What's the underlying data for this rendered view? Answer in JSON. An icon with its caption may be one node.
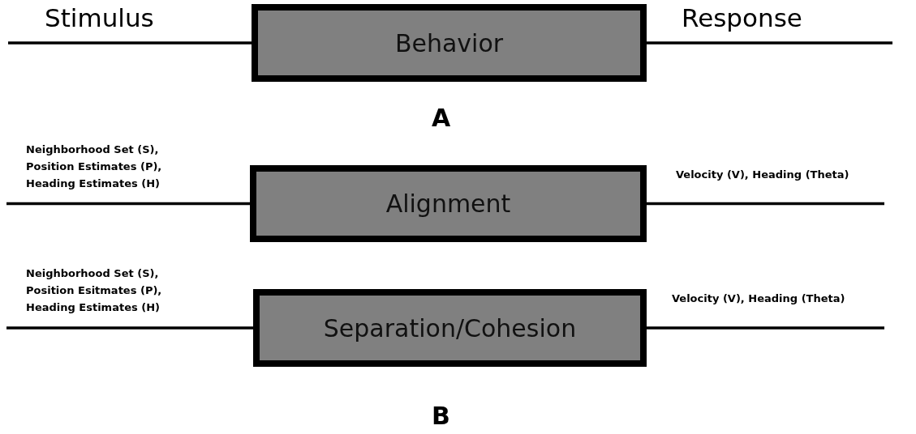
{
  "diagram": {
    "nodes": [
      {
        "text": [
          "Behavior"
        ]
      },
      {
        "text": [
          "Alignment"
        ]
      },
      {
        "text": [
          "Separation/Cohesion"
        ]
      }
    ],
    "edges": [
      {
        "from": null,
        "to": 0,
        "arrow": "none",
        "label": "Stimulus"
      },
      {
        "from": 0,
        "to": null,
        "arrow": "none",
        "label": "Response"
      },
      {
        "from": null,
        "to": 1,
        "arrow": "none",
        "label": "Neighborhood Set (S), Position Estimates (P), Heading Estimates (H)"
      },
      {
        "from": 1,
        "to": null,
        "arrow": "none",
        "label": "Velocity (V), Heading (Theta)"
      },
      {
        "from": null,
        "to": 2,
        "arrow": "none",
        "label": "Neighborhood Set (S), Position Esitmates (P), Heading Estimates (H)"
      },
      {
        "from": 2,
        "to": null,
        "arrow": "none",
        "label": "Velocity (V), Heading (Theta)"
      }
    ],
    "labels": [
      "A",
      "B"
    ]
  }
}
